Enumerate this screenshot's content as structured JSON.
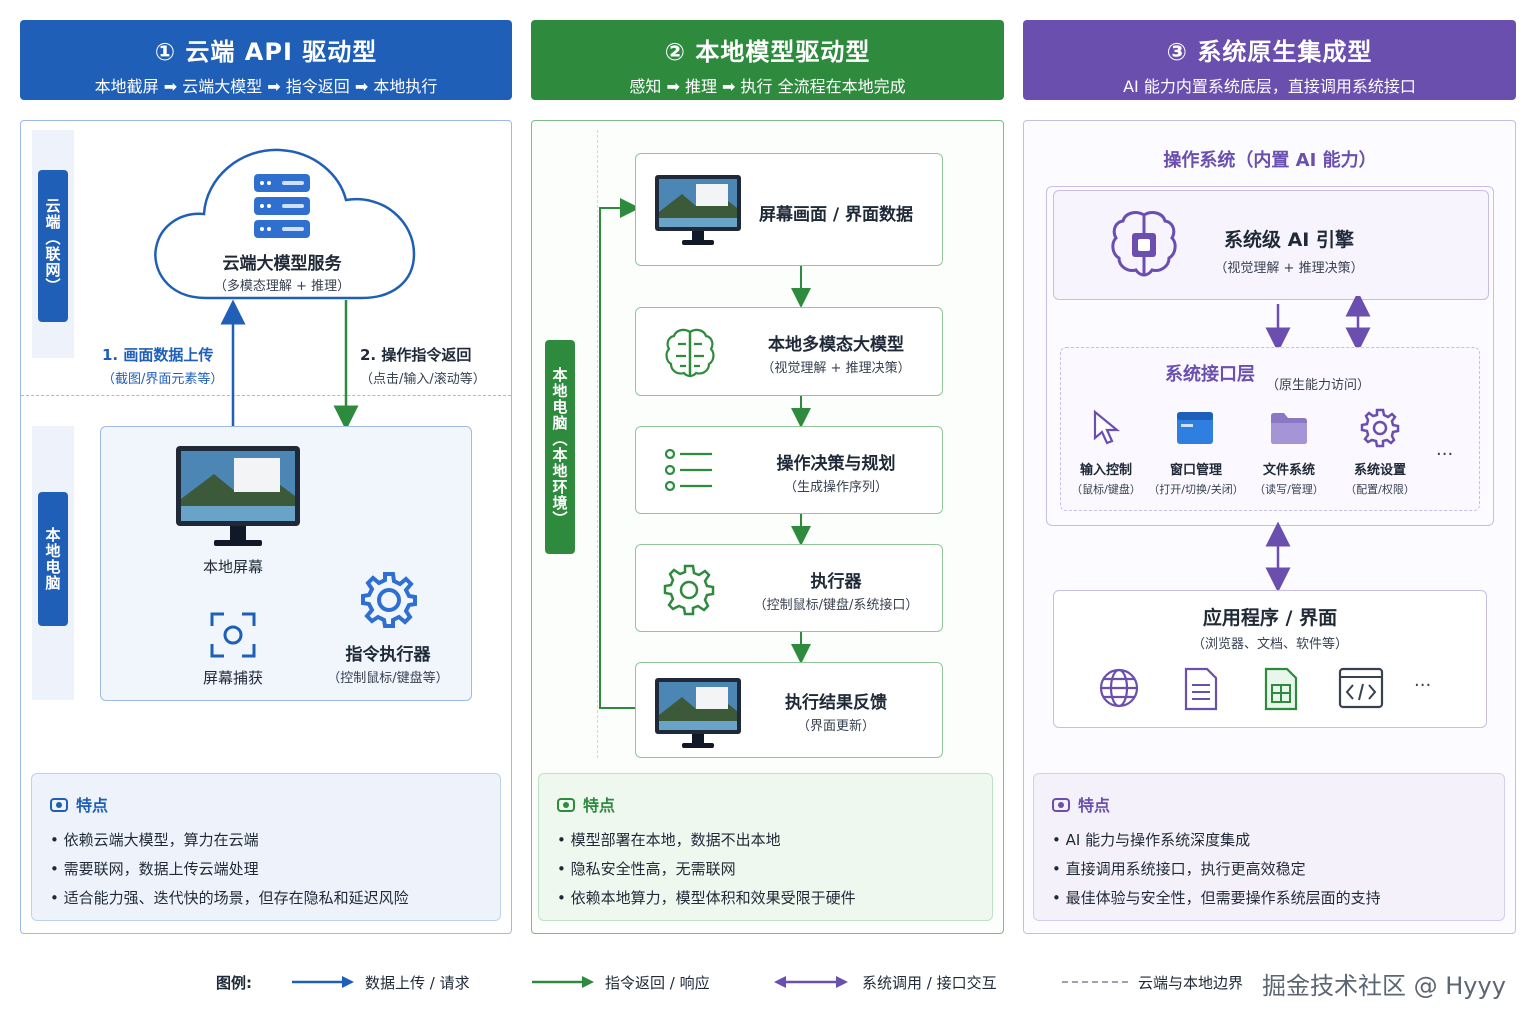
{
  "columns": [
    {
      "title": "① 云端 API 驱动型",
      "subtitle": "本地截屏 ➡ 云端大模型 ➡ 指令返回 ➡ 本地执行",
      "accent": "#1f5fb8",
      "cloud_tag": "云端（联网）",
      "local_tag": "本地电脑",
      "cloud_service": {
        "title": "云端大模型服务",
        "sub": "（多模态理解 + 推理）"
      },
      "upload": {
        "title": "1. 画面数据上传",
        "sub": "（截图/界面元素等）"
      },
      "return": {
        "title": "2. 操作指令返回",
        "sub": "（点击/输入/滚动等）"
      },
      "local_screen": "本地屏幕",
      "screen_capture": "屏幕捕获",
      "executor": {
        "title": "指令执行器",
        "sub": "（控制鼠标/键盘等）"
      },
      "features_title": "特点",
      "features": [
        "依赖云端大模型，算力在云端",
        "需要联网，数据上传云端处理",
        "适合能力强、迭代快的场景，但存在隐私和延迟风险"
      ]
    },
    {
      "title": "② 本地模型驱动型",
      "subtitle": "感知 ➡ 推理 ➡ 执行 全流程在本地完成",
      "accent": "#2e8b3e",
      "local_tag": "本地电脑（本地环境）",
      "steps": [
        {
          "title": "屏幕画面 / 界面数据",
          "sub": ""
        },
        {
          "title": "本地多模态大模型",
          "sub": "（视觉理解 + 推理决策）"
        },
        {
          "title": "操作决策与规划",
          "sub": "（生成操作序列）"
        },
        {
          "title": "执行器",
          "sub": "（控制鼠标/键盘/系统接口）"
        },
        {
          "title": "执行结果反馈",
          "sub": "（界面更新）"
        }
      ],
      "features_title": "特点",
      "features": [
        "模型部署在本地，数据不出本地",
        "隐私安全性高，无需联网",
        "依赖本地算力，模型体积和效果受限于硬件"
      ]
    },
    {
      "title": "③ 系统原生集成型",
      "subtitle": "AI 能力内置系统底层，直接调用系统接口",
      "accent": "#6a4fae",
      "os_title": "操作系统（内置 AI 能力）",
      "engine": {
        "title": "系统级 AI 引擎",
        "sub": "（视觉理解 + 推理决策）"
      },
      "interface_layer": {
        "title": "系统接口层",
        "sub": "（原生能力访问）"
      },
      "interfaces": [
        {
          "icon": "cursor-icon",
          "title": "输入控制",
          "sub": "（鼠标/键盘）"
        },
        {
          "icon": "window-icon",
          "title": "窗口管理",
          "sub": "（打开/切换/关闭）"
        },
        {
          "icon": "folder-icon",
          "title": "文件系统",
          "sub": "（读写/管理）"
        },
        {
          "icon": "gear-icon",
          "title": "系统设置",
          "sub": "（配置/权限）"
        }
      ],
      "more": "···",
      "apps": {
        "title": "应用程序 / 界面",
        "sub": "（浏览器、文档、软件等）"
      },
      "app_icons": [
        "globe-icon",
        "document-icon",
        "spreadsheet-icon",
        "code-window-icon"
      ],
      "features_title": "特点",
      "features": [
        "AI 能力与操作系统深度集成",
        "直接调用系统接口，执行更高效稳定",
        "最佳体验与安全性，但需要操作系统层面的支持"
      ]
    }
  ],
  "legend": {
    "label": "图例:",
    "items": [
      {
        "text": "数据上传 / 请求",
        "color": "#1f5fb8"
      },
      {
        "text": "指令返回 / 响应",
        "color": "#2e8b3e"
      },
      {
        "text": "系统调用 / 接口交互",
        "color": "#6a4fae"
      },
      {
        "text": "云端与本地边界",
        "color": "#9ca3af"
      }
    ]
  },
  "watermark": "掘金技术社区 @ Hyyy"
}
